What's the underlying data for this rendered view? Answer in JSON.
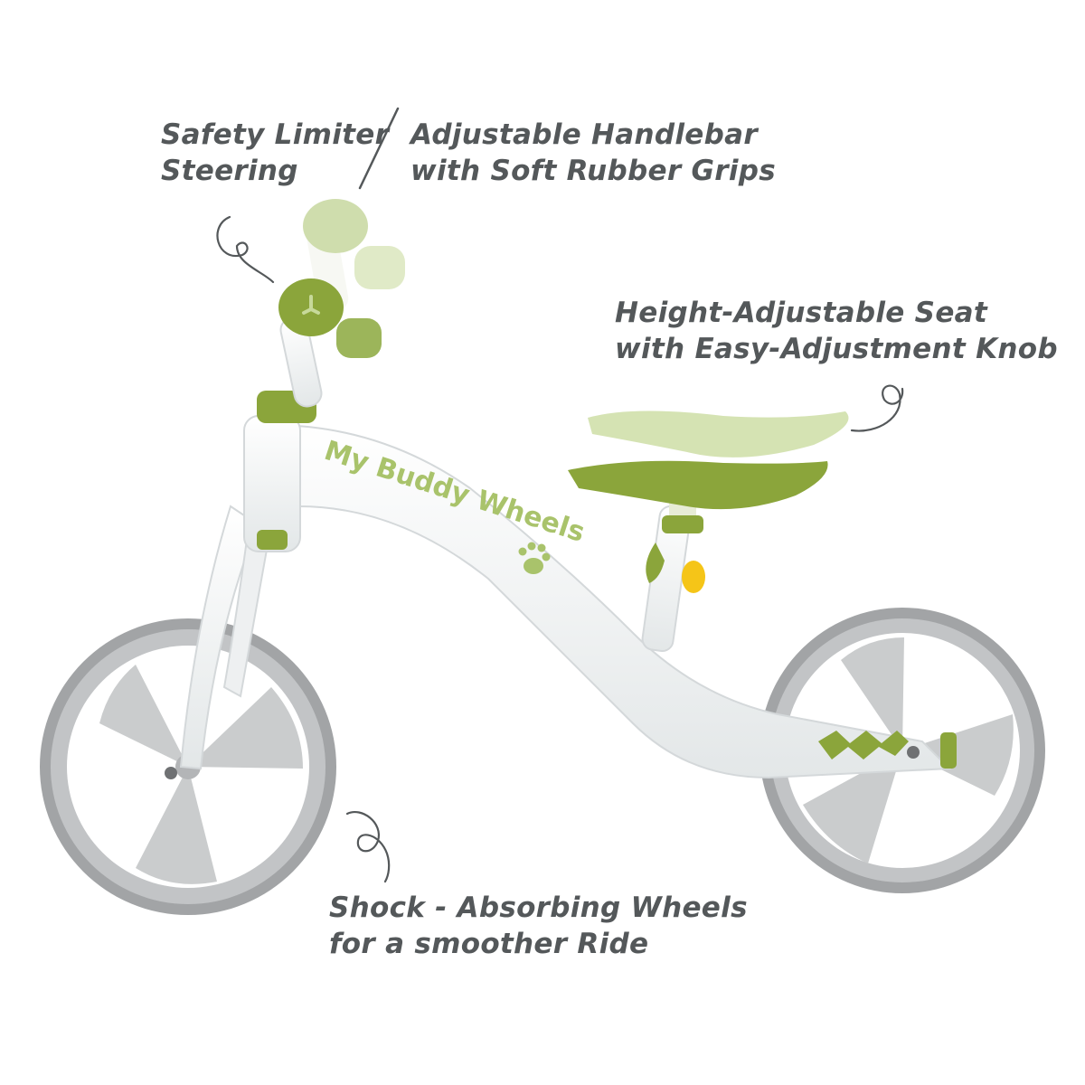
{
  "features": {
    "steering": {
      "line1": "Safety Limiter",
      "line2": "Steering"
    },
    "handlebar": {
      "line1": "Adjustable Handlebar",
      "line2": "with Soft Rubber Grips"
    },
    "seat": {
      "line1": "Height-Adjustable Seat",
      "line2": "with Easy-Adjustment Knob"
    },
    "wheels": {
      "line1": "Shock - Absorbing Wheels",
      "line2": "for a smoother Ride"
    }
  },
  "bike": {
    "logo_text": "My Buddy Wheels",
    "colors": {
      "frame": "#f4f6f6",
      "accent_green": "#8ba53b",
      "light_green": "#c7d99a",
      "tire_grey": "#a2a4a6",
      "hub_grey": "#c9cbcd",
      "knob_yellow": "#f5c518",
      "text_grey": "#54585a"
    }
  }
}
